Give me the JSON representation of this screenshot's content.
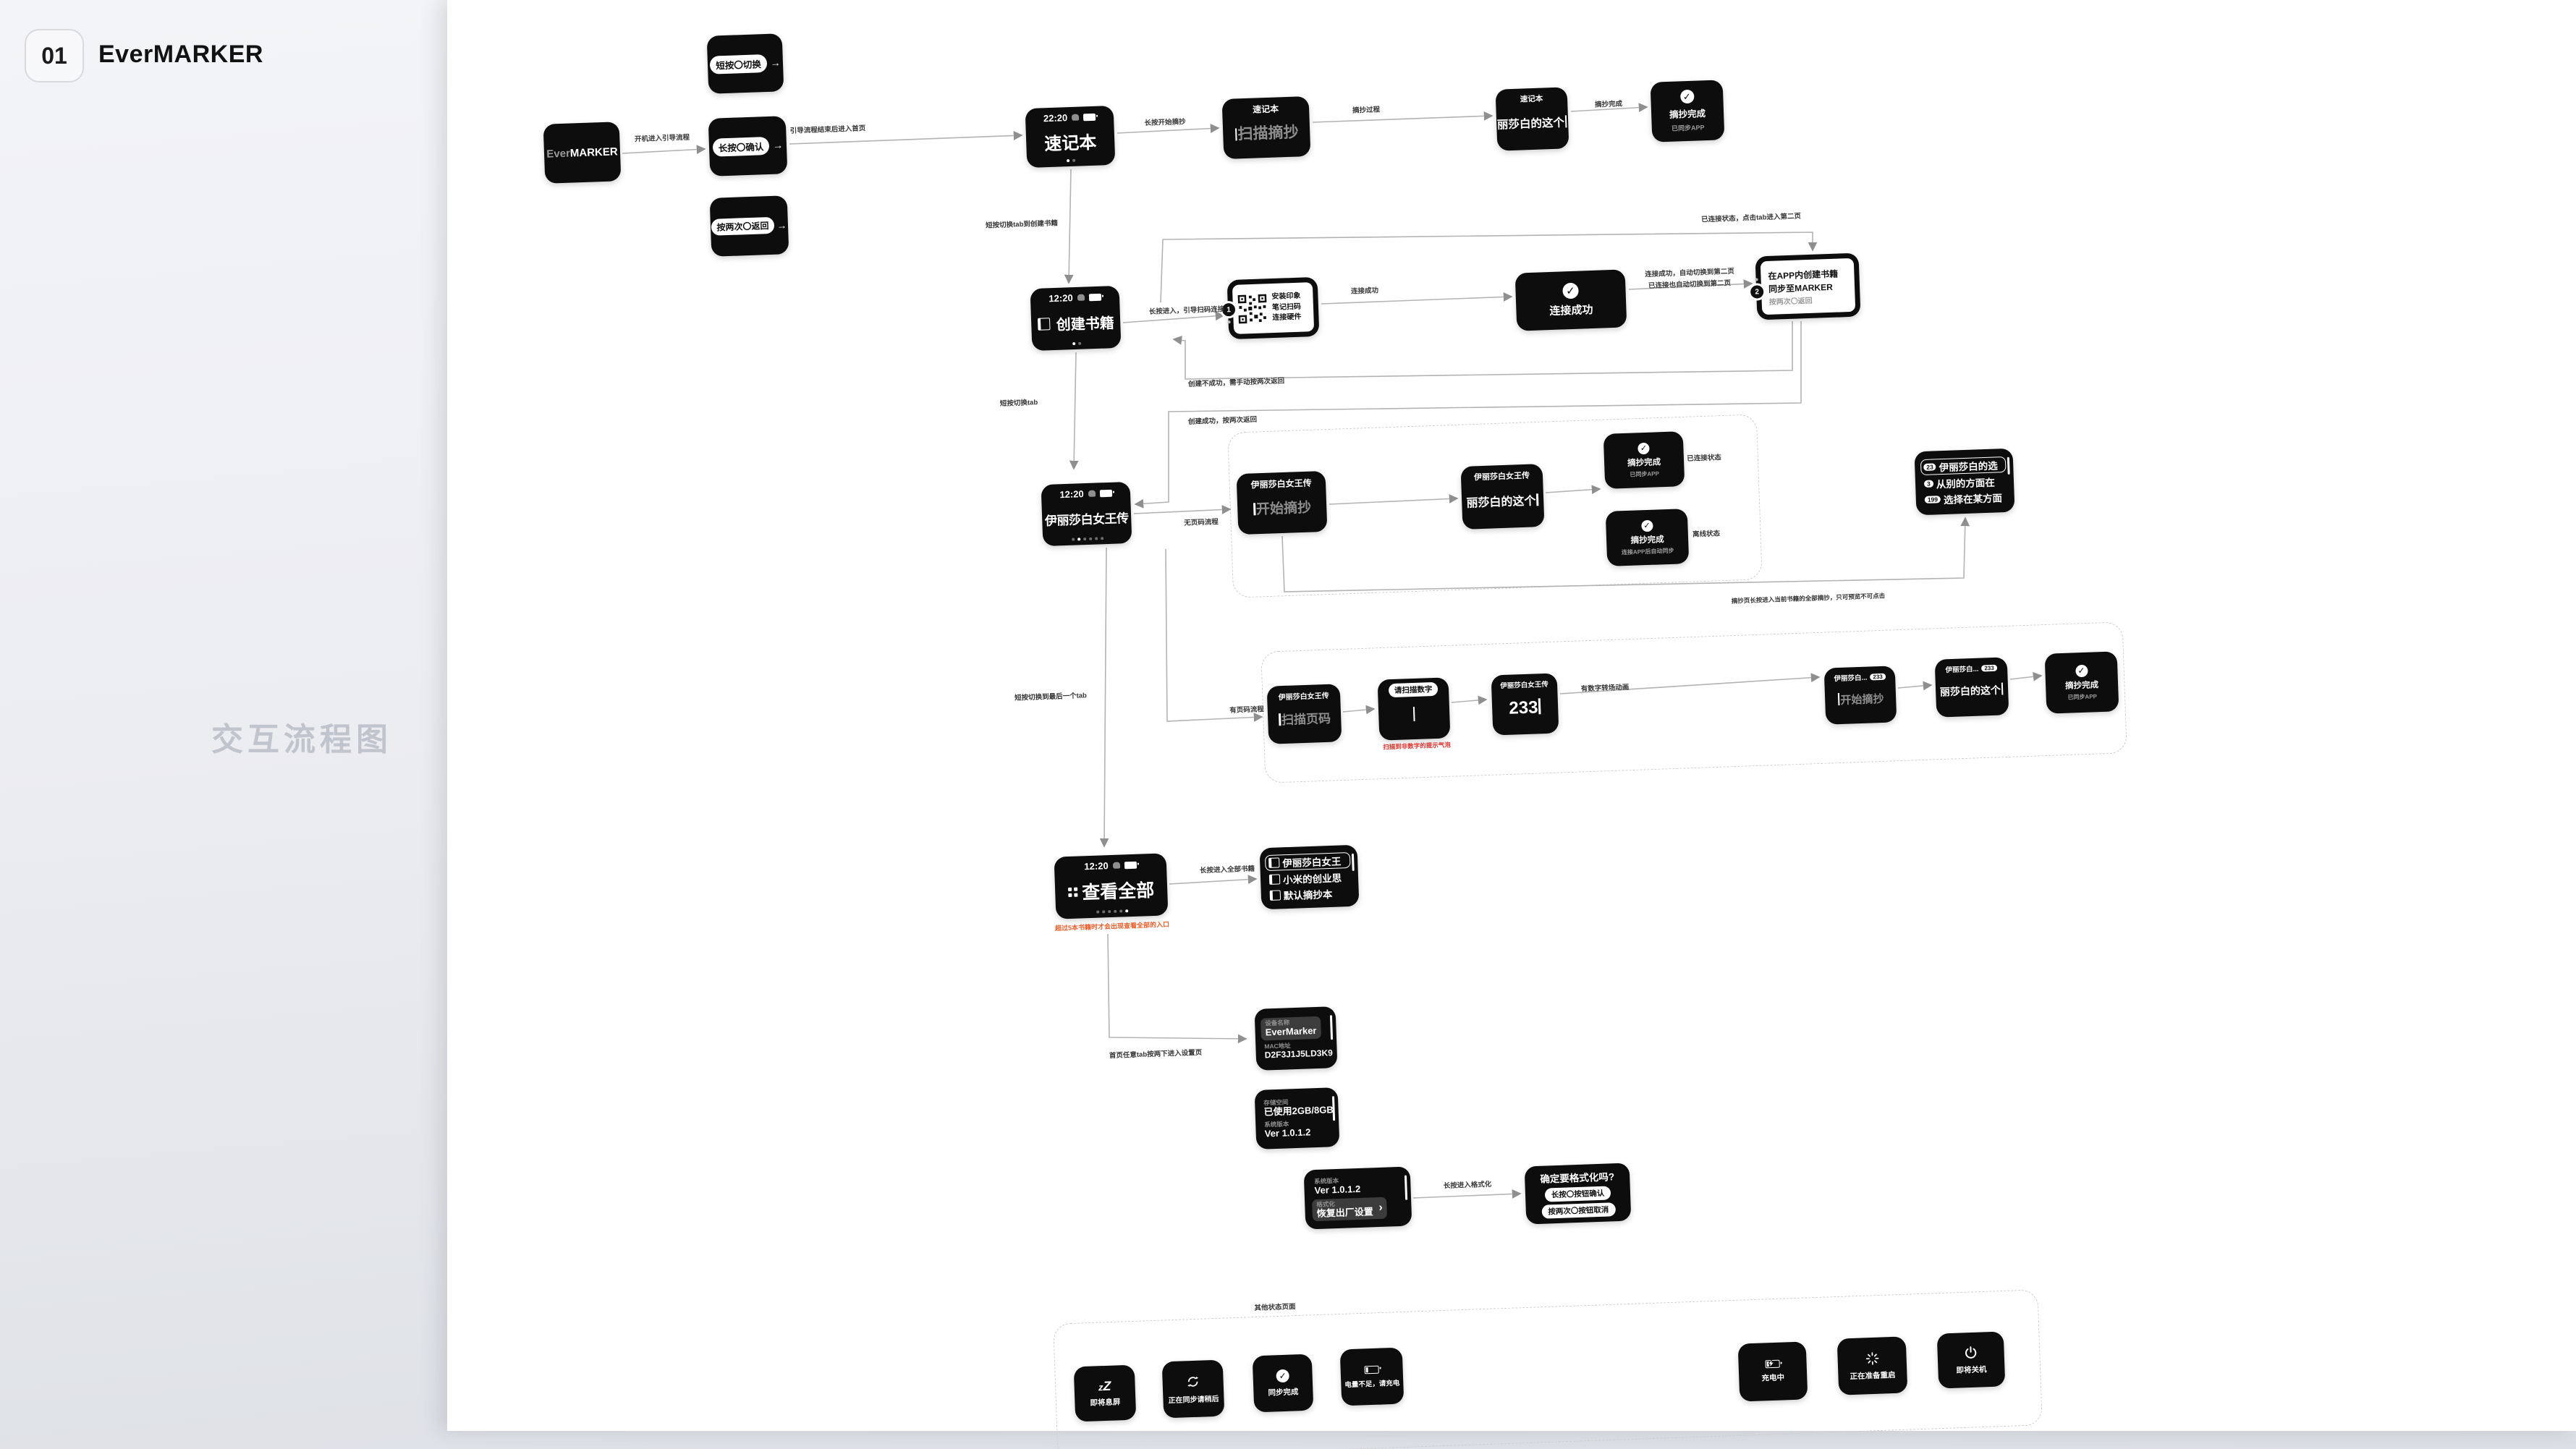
{
  "header": {
    "num": "01",
    "title": "EverMARKER"
  },
  "side_title": "交互流程图",
  "colors": {
    "node_bg": "#0d0d0d",
    "accent_red": "#e0312b",
    "accent_orange": "#e95d2a",
    "line": "#b3b3b3",
    "page": "#ffffff"
  },
  "icons": {
    "check": "✓",
    "arrow_right": "→",
    "sleep_small": "z",
    "sleep_big": "Z",
    "chevron": "›"
  },
  "logo": {
    "ever": "Ever",
    "marker": "MARKER"
  },
  "onboarding": {
    "btn1": "短按〇切换",
    "btn2": "长按〇确认",
    "btn3": "按两次〇返回"
  },
  "labels": {
    "boot": "开机进入引导流程",
    "guide_done": "引导流程结束后进入首页",
    "longpress_start": "长按开始摘抄",
    "excerpt_process": "摘抄过程",
    "excerpt_done": "摘抄完成",
    "tab_to_create": "短按切换tab到创建书籍",
    "longpress_scan": "长按进入，引导扫码连接",
    "conn_ok": "连接成功",
    "conn_switch1": "连接成功，自动切换到第二页",
    "conn_switch2": "已连接也自动切换到第二页",
    "connected_tab": "已连接状态，点击tab进入第二页",
    "create_fail": "创建不成功，需手动按两次返回",
    "create_ok": "创建成功，按两次返回",
    "tab_switch": "短按切换tab",
    "no_page": "无页码流程",
    "state_connected": "已连接状态",
    "state_offline": "离线状态",
    "preview_note": "摘抄页长按进入当前书籍的全部摘抄，只可预览不可点击",
    "tab_last": "短按切换到最后一个tab",
    "has_page": "有页码流程",
    "non_digit": "扫描到非数字的提示气泡",
    "digit_anim": "有数字转场动画",
    "all_books": "长按进入全部书籍",
    "view_all_note": "超过5本书籍时才会出现查看全部的入口",
    "settings_entry": "首页任意tab按两下进入设置页",
    "format_entry": "长按进入格式化",
    "other_states": "其他状态页面"
  },
  "screens": {
    "home1": {
      "time": "22:20",
      "title": "速记本"
    },
    "scan1": {
      "header": "速记本",
      "body": "扫描摘抄"
    },
    "excerpt1": {
      "header": "速记本",
      "body": "丽莎白的这个"
    },
    "done1": {
      "title": "摘抄完成",
      "sub": "已同步APP"
    },
    "home2": {
      "time": "12:20",
      "title": "创建书籍"
    },
    "qr": {
      "badge": "1",
      "line1": "安装印象",
      "line2": "笔记扫码",
      "line3": "连接硬件"
    },
    "connected": {
      "title": "连接成功"
    },
    "app": {
      "badge": "2",
      "line1": "在APP内创建书籍",
      "line2": "同步至MARKER",
      "line3": "按两次〇返回"
    },
    "home3": {
      "time": "12:20",
      "title": "伊丽莎白女王传"
    },
    "start1": {
      "header": "伊丽莎白女王传",
      "body": "开始摘抄"
    },
    "excerpt2": {
      "header": "伊丽莎白女王传",
      "body": "丽莎白的这个"
    },
    "done2": {
      "title": "摘抄完成",
      "sub": "已同步APP"
    },
    "done3": {
      "title": "摘抄完成",
      "sub": "连接APP后自动同步"
    },
    "preview": {
      "rows": [
        {
          "badge": "23",
          "text": "伊丽莎白的选"
        },
        {
          "badge": "3",
          "text": "从别的方面在"
        },
        {
          "badge": "199",
          "text": "选择在某方面"
        }
      ]
    },
    "scanpage": {
      "header": "伊丽莎白女王传",
      "body": "扫描页码"
    },
    "toast": {
      "pill": "请扫描数字"
    },
    "pagenum": {
      "header": "伊丽莎白女王传",
      "body": "233"
    },
    "start233": {
      "header": "伊丽莎白...",
      "badge": "233",
      "body": "开始摘抄"
    },
    "excerpt233": {
      "header": "伊丽莎白...",
      "badge": "233",
      "body": "丽莎白的这个"
    },
    "done4": {
      "title": "摘抄完成",
      "sub": "已同步APP"
    },
    "home4": {
      "time": "12:20",
      "title": "查看全部"
    },
    "booklist": {
      "rows": [
        "伊丽莎白女王",
        "小米的创业思",
        "默认摘抄本"
      ]
    },
    "settings1": {
      "label1": "设备名称",
      "value1": "EverMarker",
      "label2": "MAC地址",
      "value2": "D2F3J1J5LD3K9"
    },
    "settings2": {
      "label1": "存储空间",
      "value1": "已使用2GB/8GB",
      "label2": "系统版本",
      "value2": "Ver 1.0.1.2"
    },
    "settings3": {
      "label1": "系统版本",
      "value1": "Ver 1.0.1.2",
      "label2": "格式化",
      "value2": "恢复出厂设置"
    },
    "format": {
      "title": "确定要格式化吗?",
      "pill1": "长按〇按钮确认",
      "pill2": "按两次〇按钮取消"
    },
    "status": [
      {
        "icon": "sleep-icon",
        "label": "即将息屏"
      },
      {
        "icon": "sync-icon",
        "label": "正在同步请稍后"
      },
      {
        "icon": "check-icon",
        "label": "同步完成"
      },
      {
        "icon": "battery-low-icon",
        "label": "电量不足，请充电"
      },
      {
        "icon": "battery-charging-icon",
        "label": "充电中"
      },
      {
        "icon": "spinner-icon",
        "label": "正在准备重启"
      },
      {
        "icon": "power-icon",
        "label": "即将关机"
      }
    ]
  }
}
